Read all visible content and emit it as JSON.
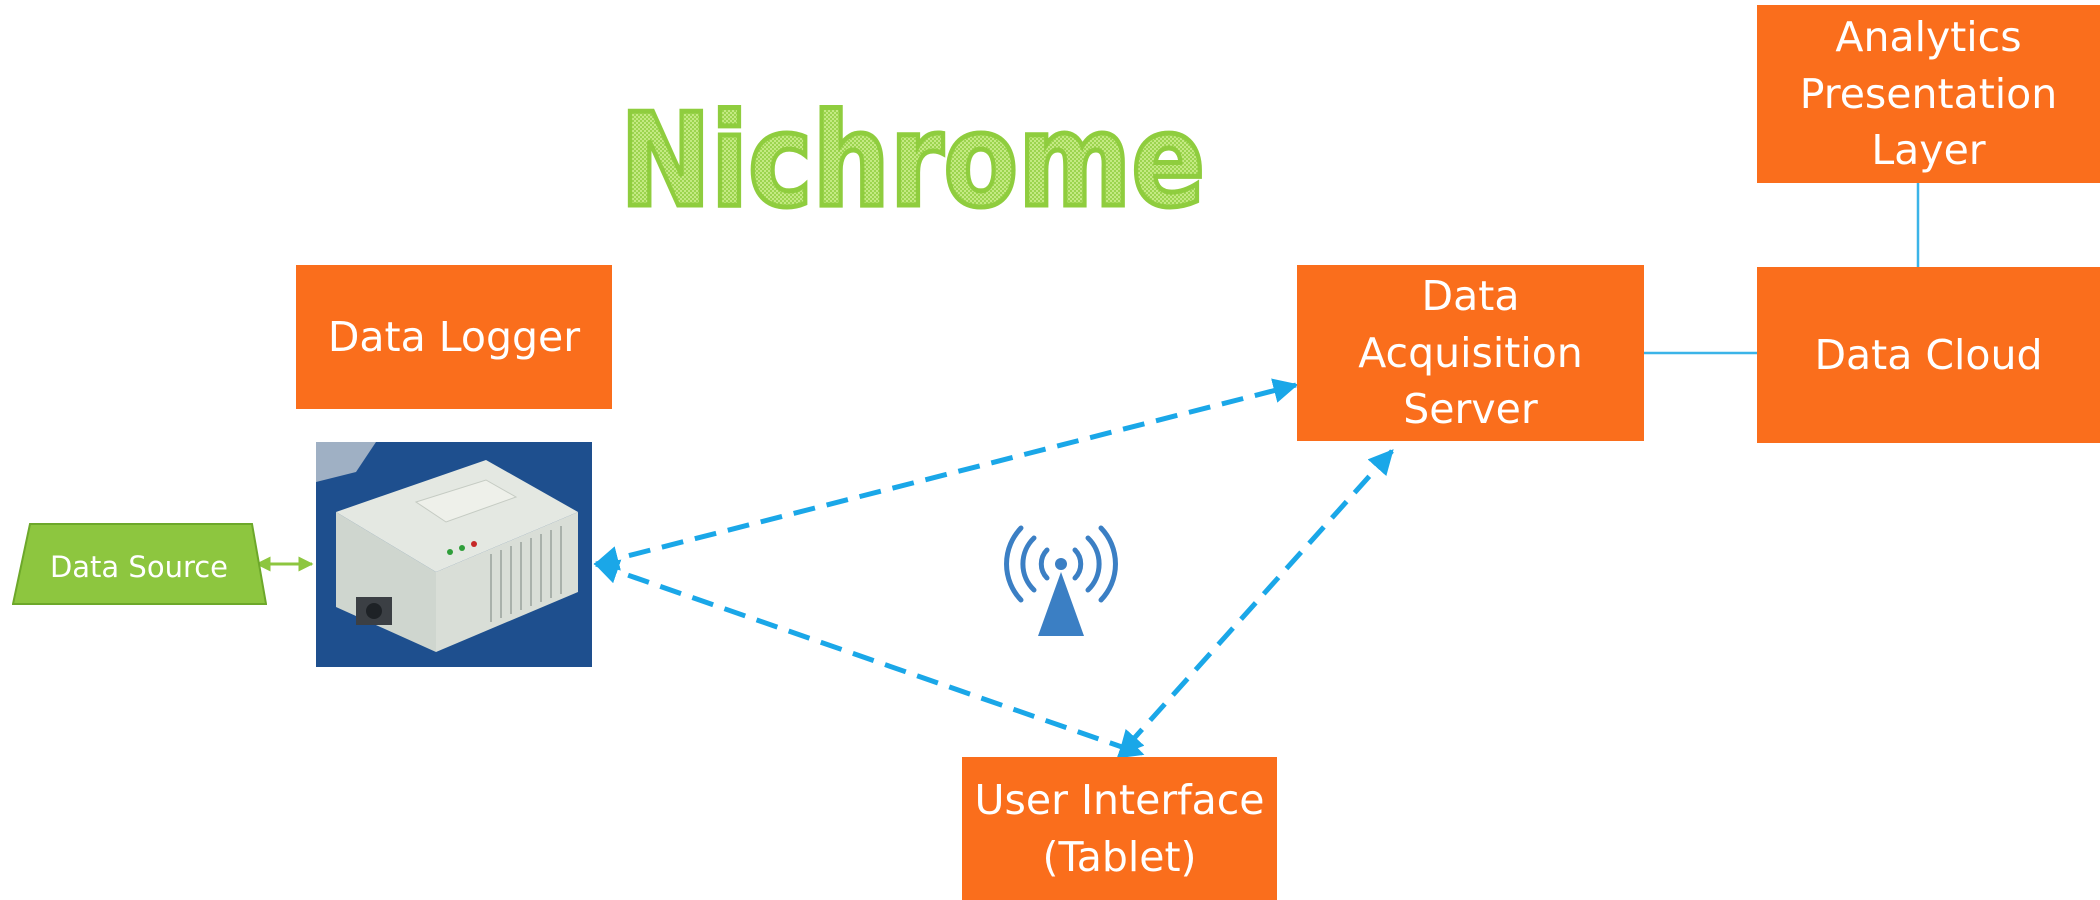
{
  "title": "Nichrome",
  "data_logger": {
    "label": "Data Logger"
  },
  "data_source": {
    "label": "Data Source"
  },
  "data_acquisition_server": {
    "lines": [
      "Data",
      "Acquisition",
      "Server"
    ]
  },
  "data_cloud": {
    "label": "Data Cloud"
  },
  "analytics_presentation_layer": {
    "lines": [
      "Analytics",
      "Presentation",
      "Layer"
    ]
  },
  "user_interface": {
    "lines": [
      "User Interface",
      "(Tablet)"
    ]
  },
  "colors": {
    "box_fill": "#fa6e1c",
    "box_text": "#ffffff",
    "title_green": "#8fcd3e",
    "source_green": "#8dc63f",
    "connector_blue": "#1aa7e8",
    "link_line": "#3bb4e8",
    "wifi_icon": "#3b7fc4"
  },
  "icons": [
    "wireless-antenna-icon",
    "data-logger-device-photo"
  ]
}
